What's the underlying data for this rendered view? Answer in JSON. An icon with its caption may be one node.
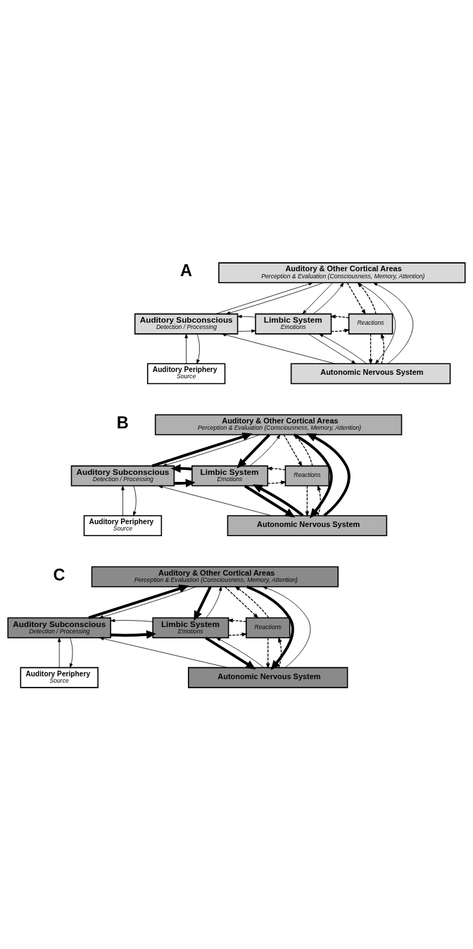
{
  "diagram": {
    "nodes": [
      {
        "text": [
          "Auditory & Other Cortical Areas",
          "Perception & Evaluation (Consciousness, Memory, Attention)"
        ]
      },
      {
        "text": [
          "Auditory Subconscious",
          "Detection / Processing"
        ]
      },
      {
        "text": [
          "Limbic System",
          "Emotions"
        ]
      },
      {
        "text": [
          "Reactions"
        ]
      },
      {
        "text": [
          "Auditory Periphery",
          "Source"
        ]
      },
      {
        "text": [
          "Autonomic Nervous System"
        ]
      },
      {
        "text": [
          "Auditory & Other Cortical Areas",
          "Perception & Evaluation (Consciousness, Memory, Attention)"
        ]
      },
      {
        "text": [
          "Auditory Subconscious",
          "Detection / Processing"
        ]
      },
      {
        "text": [
          "Limbic System",
          "Emotions"
        ]
      },
      {
        "text": [
          "Reactions"
        ]
      },
      {
        "text": [
          "Auditory Periphery",
          "Source"
        ]
      },
      {
        "text": [
          "Autonomic Nervous System"
        ]
      },
      {
        "text": [
          "Auditory & Other Cortical Areas",
          "Perception & Evaluation (Consciousness, Memory, Attention)"
        ]
      },
      {
        "text": [
          "Auditory Subconscious",
          "Detection / Processing"
        ]
      },
      {
        "text": [
          "Limbic System",
          "Emotions"
        ]
      },
      {
        "text": [
          "Reactions"
        ]
      },
      {
        "text": [
          "Auditory Periphery",
          "Source"
        ]
      },
      {
        "text": [
          "Autonomic Nervous System"
        ]
      }
    ],
    "edges": [
      {
        "from": 1,
        "to": 0,
        "arrow": "to"
      },
      {
        "from": 0,
        "to": 1,
        "arrow": "to"
      },
      {
        "from": 1,
        "to": 2,
        "arrow": "to"
      },
      {
        "from": 2,
        "to": 1,
        "arrow": "to"
      },
      {
        "from": 2,
        "to": 3,
        "arrow": "to",
        "style": "dashed"
      },
      {
        "from": 3,
        "to": 2,
        "arrow": "to",
        "style": "dashed"
      },
      {
        "from": 0,
        "to": 2,
        "arrow": "to"
      },
      {
        "from": 2,
        "to": 0,
        "arrow": "to"
      },
      {
        "from": 0,
        "to": 3,
        "arrow": "to",
        "style": "dashed"
      },
      {
        "from": 3,
        "to": 0,
        "arrow": "to",
        "style": "dashed"
      },
      {
        "from": 2,
        "to": 5,
        "arrow": "to"
      },
      {
        "from": 5,
        "to": 2,
        "arrow": "to"
      },
      {
        "from": 3,
        "to": 5,
        "arrow": "to",
        "style": "dashed"
      },
      {
        "from": 5,
        "to": 3,
        "arrow": "to",
        "style": "dashed"
      },
      {
        "from": 0,
        "to": 5,
        "arrow": "to"
      },
      {
        "from": 5,
        "to": 0,
        "arrow": "to"
      },
      {
        "from": 4,
        "to": 1,
        "arrow": "to"
      },
      {
        "from": 1,
        "to": 4,
        "arrow": "to"
      },
      {
        "from": 5,
        "to": 1,
        "arrow": "to"
      },
      {
        "from": 7,
        "to": 6,
        "arrow": "to",
        "style": "thick"
      },
      {
        "from": 6,
        "to": 7,
        "arrow": "to"
      },
      {
        "from": 7,
        "to": 8,
        "arrow": "to",
        "style": "thick"
      },
      {
        "from": 8,
        "to": 7,
        "arrow": "to",
        "style": "thick"
      },
      {
        "from": 8,
        "to": 9,
        "arrow": "to",
        "style": "dashed"
      },
      {
        "from": 9,
        "to": 8,
        "arrow": "to",
        "style": "dashed"
      },
      {
        "from": 6,
        "to": 8,
        "arrow": "to",
        "style": "thick"
      },
      {
        "from": 8,
        "to": 6,
        "arrow": "to"
      },
      {
        "from": 6,
        "to": 9,
        "arrow": "to",
        "style": "dashed"
      },
      {
        "from": 9,
        "to": 6,
        "arrow": "to",
        "style": "dashed"
      },
      {
        "from": 8,
        "to": 11,
        "arrow": "to",
        "style": "thick"
      },
      {
        "from": 11,
        "to": 8,
        "arrow": "to",
        "style": "thick"
      },
      {
        "from": 9,
        "to": 11,
        "arrow": "to",
        "style": "dashed"
      },
      {
        "from": 11,
        "to": 9,
        "arrow": "to",
        "style": "dashed"
      },
      {
        "from": 6,
        "to": 11,
        "arrow": "to",
        "style": "thick"
      },
      {
        "from": 11,
        "to": 6,
        "arrow": "to",
        "style": "thick"
      },
      {
        "from": 10,
        "to": 7,
        "arrow": "to"
      },
      {
        "from": 7,
        "to": 10,
        "arrow": "to"
      },
      {
        "from": 11,
        "to": 7,
        "arrow": "to"
      },
      {
        "from": 13,
        "to": 12,
        "arrow": "to",
        "style": "thick"
      },
      {
        "from": 12,
        "to": 13,
        "arrow": "to"
      },
      {
        "from": 13,
        "to": 14,
        "arrow": "to",
        "style": "thick"
      },
      {
        "from": 14,
        "to": 13,
        "arrow": "to"
      },
      {
        "from": 14,
        "to": 15,
        "arrow": "to",
        "style": "dashed"
      },
      {
        "from": 15,
        "to": 14,
        "arrow": "to",
        "style": "dashed"
      },
      {
        "from": 12,
        "to": 14,
        "arrow": "to",
        "style": "thick"
      },
      {
        "from": 14,
        "to": 12,
        "arrow": "to"
      },
      {
        "from": 12,
        "to": 15,
        "arrow": "to",
        "style": "dashed"
      },
      {
        "from": 15,
        "to": 12,
        "arrow": "to",
        "style": "dashed"
      },
      {
        "from": 14,
        "to": 17,
        "arrow": "to",
        "style": "thick"
      },
      {
        "from": 17,
        "to": 14,
        "arrow": "to"
      },
      {
        "from": 15,
        "to": 17,
        "arrow": "to",
        "style": "dashed"
      },
      {
        "from": 17,
        "to": 15,
        "arrow": "to",
        "style": "dashed"
      },
      {
        "from": 12,
        "to": 17,
        "arrow": "to",
        "style": "thick"
      },
      {
        "from": 17,
        "to": 12,
        "arrow": "to"
      },
      {
        "from": 16,
        "to": 13,
        "arrow": "to"
      },
      {
        "from": 13,
        "to": 16,
        "arrow": "to"
      },
      {
        "from": 17,
        "to": 13,
        "arrow": "to"
      }
    ],
    "labels": [
      "A",
      "B",
      "C"
    ]
  }
}
